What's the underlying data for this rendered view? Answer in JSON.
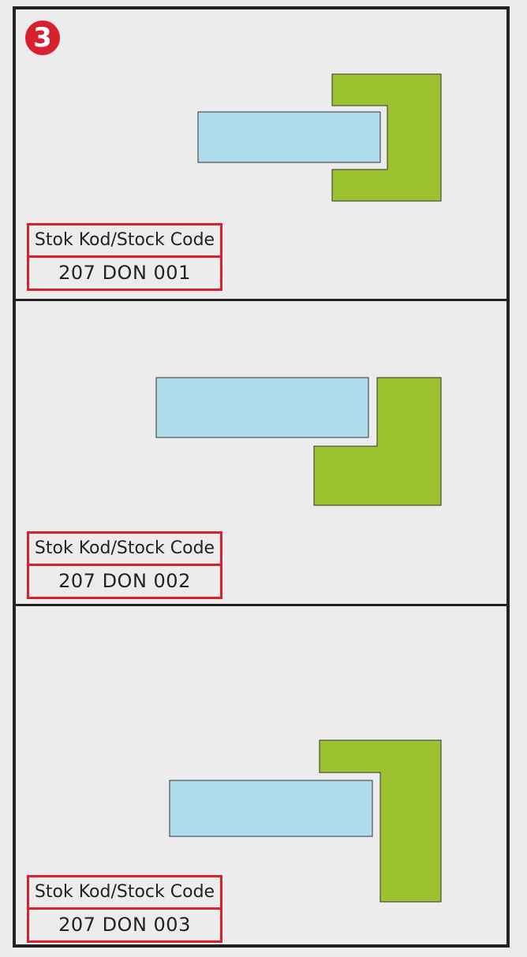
{
  "step_number": "3",
  "colors": {
    "badge": "#d9202e",
    "label_border": "#d9202e",
    "blue_profile": "#aedcea",
    "green_profile": "#9dc230",
    "frame": "#222222",
    "background": "#ececec"
  },
  "panels": [
    {
      "label_title": "Stok Kod/Stock Code",
      "stock_code": "207 DON 001"
    },
    {
      "label_title": "Stok Kod/Stock Code",
      "stock_code": "207 DON 002"
    },
    {
      "label_title": "Stok Kod/Stock Code",
      "stock_code": "207 DON 003"
    }
  ]
}
